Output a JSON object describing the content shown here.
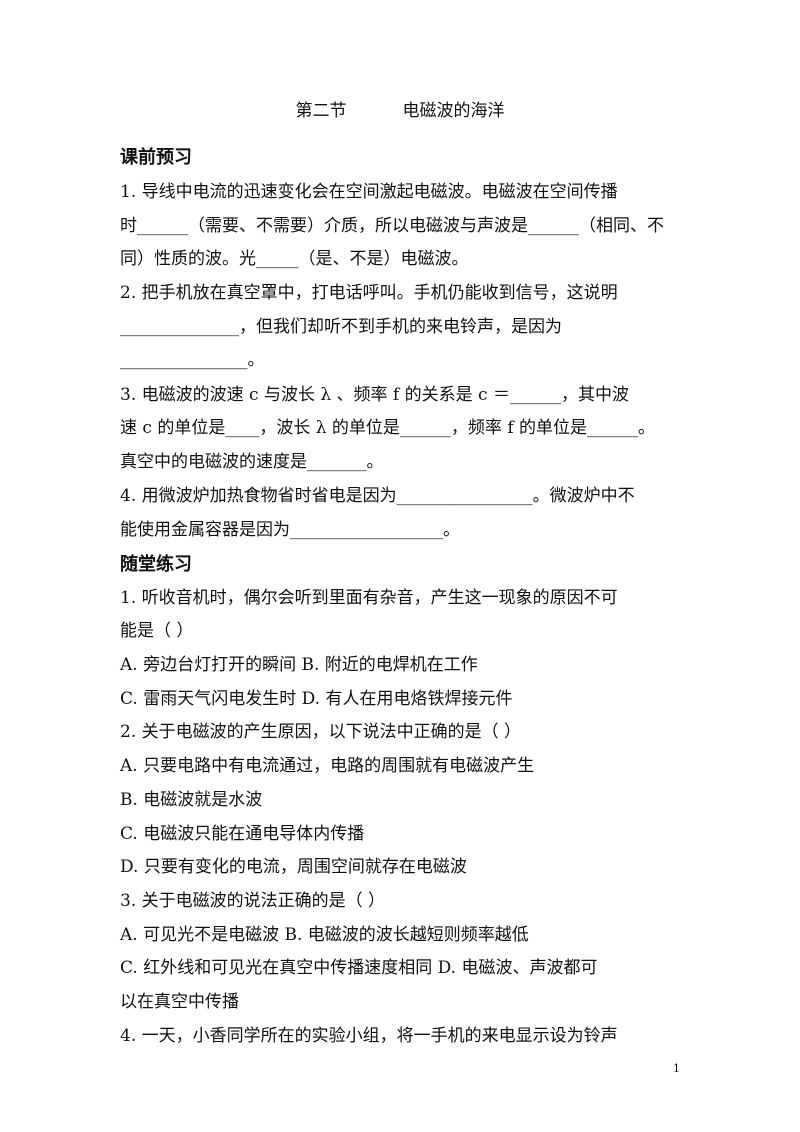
{
  "title": {
    "section": "第二节",
    "name": "电磁波的海洋"
  },
  "preview": {
    "heading": "课前预习",
    "lines": [
      "1.  导线中电流的迅速变化会在空间激起电磁波。电磁波在空间传播",
      "时______（需要、不需要）介质，所以电磁波与声波是______（相同、不",
      "同）性质的波。光_____（是、不是）电磁波。",
      "2.  把手机放在真空罩中，打电话呼叫。手机仍能收到信号，这说明",
      "______________，但我们却听不到手机的来电铃声，是因为",
      "_______________。",
      "3.  电磁波的波速 c 与波长 λ 、频率 f 的关系是 c ＝______，其中波",
      "速 c 的单位是____，波长 λ 的单位是______，频率 f 的单位是______。",
      "真空中的电磁波的速度是_______。",
      "4.  用微波炉加热食物省时省电是因为________________。微波炉中不",
      "能使用金属容器是因为__________________。"
    ]
  },
  "practice": {
    "heading": "随堂练习",
    "lines": [
      "1.  听收音机时，偶尔会听到里面有杂音，产生这一现象的原因不可",
      "能是（      ）",
      "A.  旁边台灯打开的瞬间     B.  附近的电焊机在工作",
      "C. 雷雨天气闪电发生时 D. 有人在用电烙铁焊接元件",
      "2.  关于电磁波的产生原因，以下说法中正确的是（      ）",
      "A.  只要电路中有电流通过，电路的周围就有电磁波产生",
      "B.  电磁波就是水波",
      "C.  电磁波只能在通电导体内传播",
      "D.  只要有变化的电流，周围空间就存在电磁波",
      "3.  关于电磁波的说法正确的是（      ）",
      "A.  可见光不是电磁波              B.  电磁波的波长越短则频率越低",
      "C.  红外线和可见光在真空中传播速度相同     D.  电磁波、声波都可",
      "以在真空中传播",
      "4.  一天，小香同学所在的实验小组，将一手机的来电显示设为铃声"
    ]
  },
  "page_number": "1"
}
